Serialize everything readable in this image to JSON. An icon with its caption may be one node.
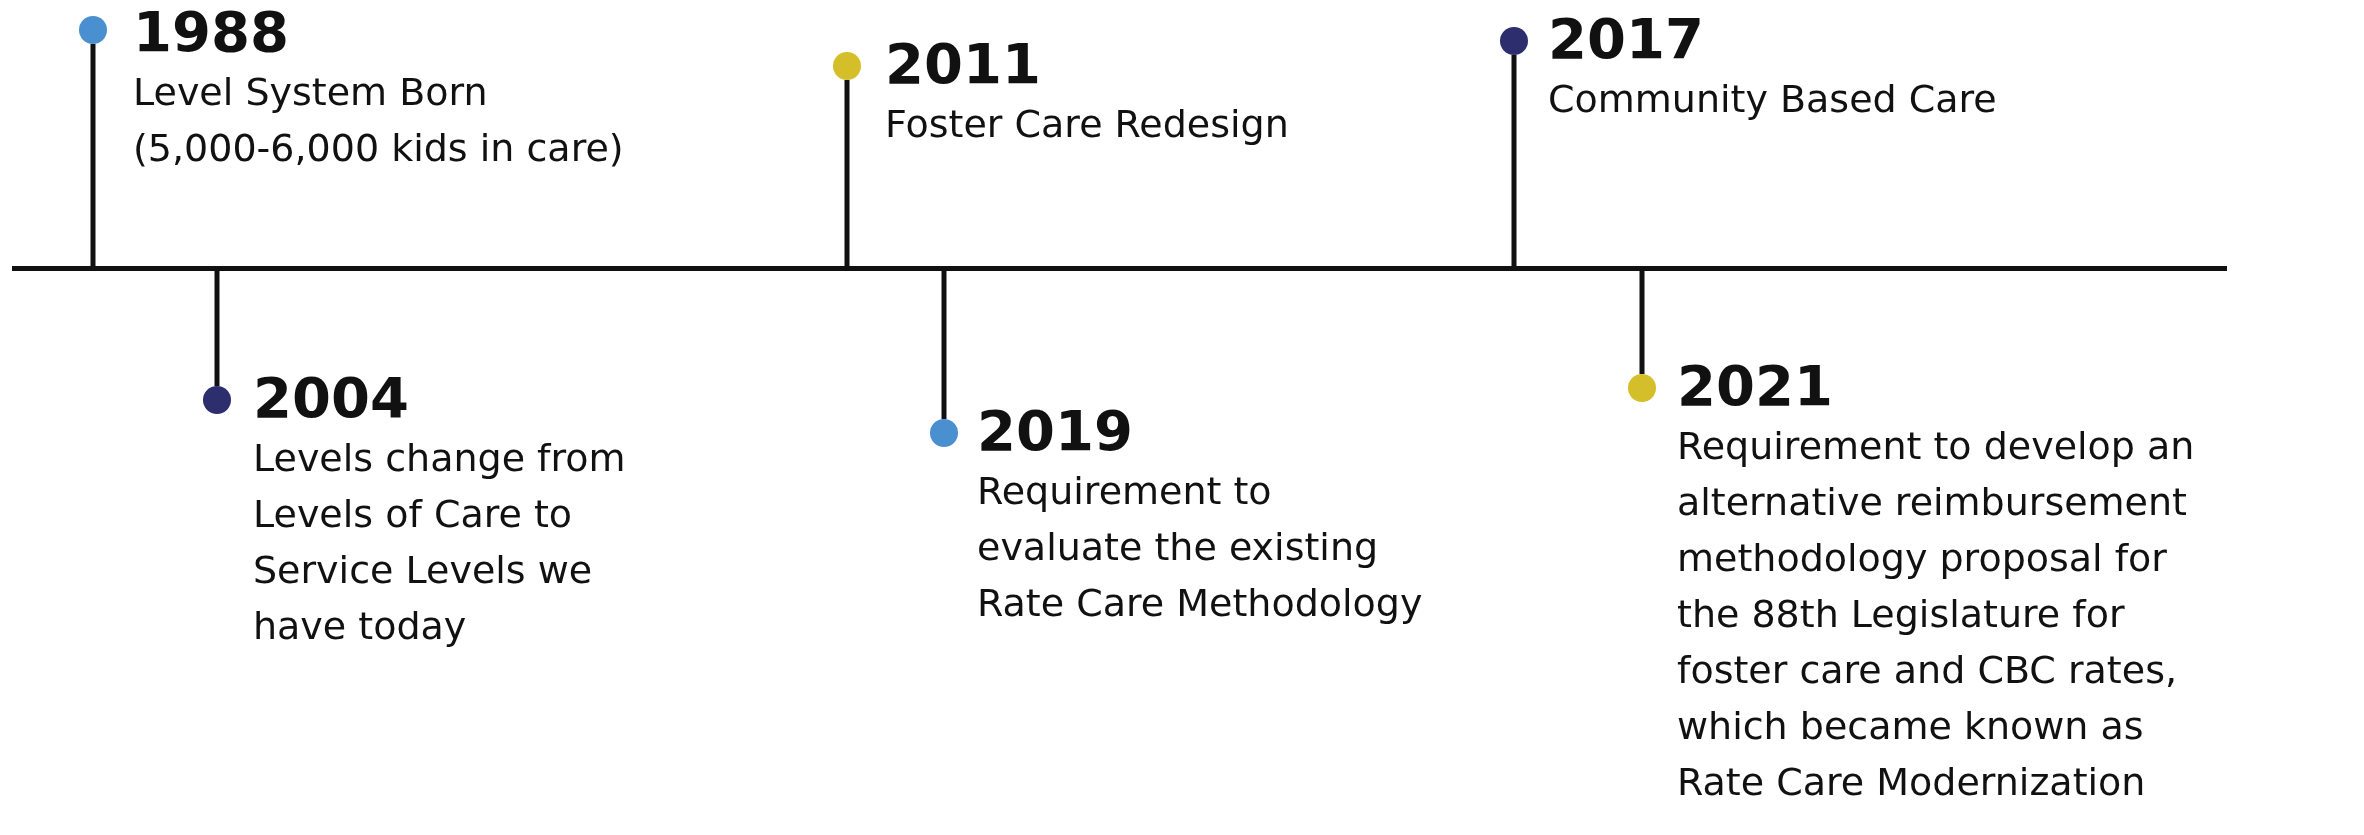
{
  "diagram": {
    "nodes": [
      {
        "text": [],
        "shape": "circle",
        "beside": [
          "1988",
          "Level System Born (5,000-6,000 kids in care)"
        ]
      },
      {
        "text": [],
        "shape": "circle",
        "beside": [
          "2004",
          "Levels change from Levels of Care to Service Levels we have today"
        ]
      },
      {
        "text": [],
        "shape": "circle",
        "beside": [
          "2011",
          "Foster Care Redesign"
        ]
      },
      {
        "text": [],
        "shape": "circle",
        "beside": [
          "2019",
          "Requirement to evaluate the existing Rate Care Methodology"
        ]
      },
      {
        "text": [],
        "shape": "circle",
        "beside": [
          "2017",
          "Community Based Care"
        ]
      },
      {
        "text": [],
        "shape": "circle",
        "beside": [
          "2021",
          "Requirement to develop an alternative reimbursement methodology proposal for the 88th Legislature for foster care and CBC rates, which became known as Rate Care Modernization"
        ]
      },
      {
        "text": [],
        "shape": "bar"
      }
    ],
    "edges": [
      {
        "from": 6,
        "to": 0,
        "arrow": "none"
      },
      {
        "from": 6,
        "to": 1,
        "arrow": "none"
      },
      {
        "from": 6,
        "to": 2,
        "arrow": "none"
      },
      {
        "from": 6,
        "to": 3,
        "arrow": "none"
      },
      {
        "from": 6,
        "to": 4,
        "arrow": "none"
      },
      {
        "from": 6,
        "to": 5,
        "arrow": "none"
      }
    ]
  }
}
